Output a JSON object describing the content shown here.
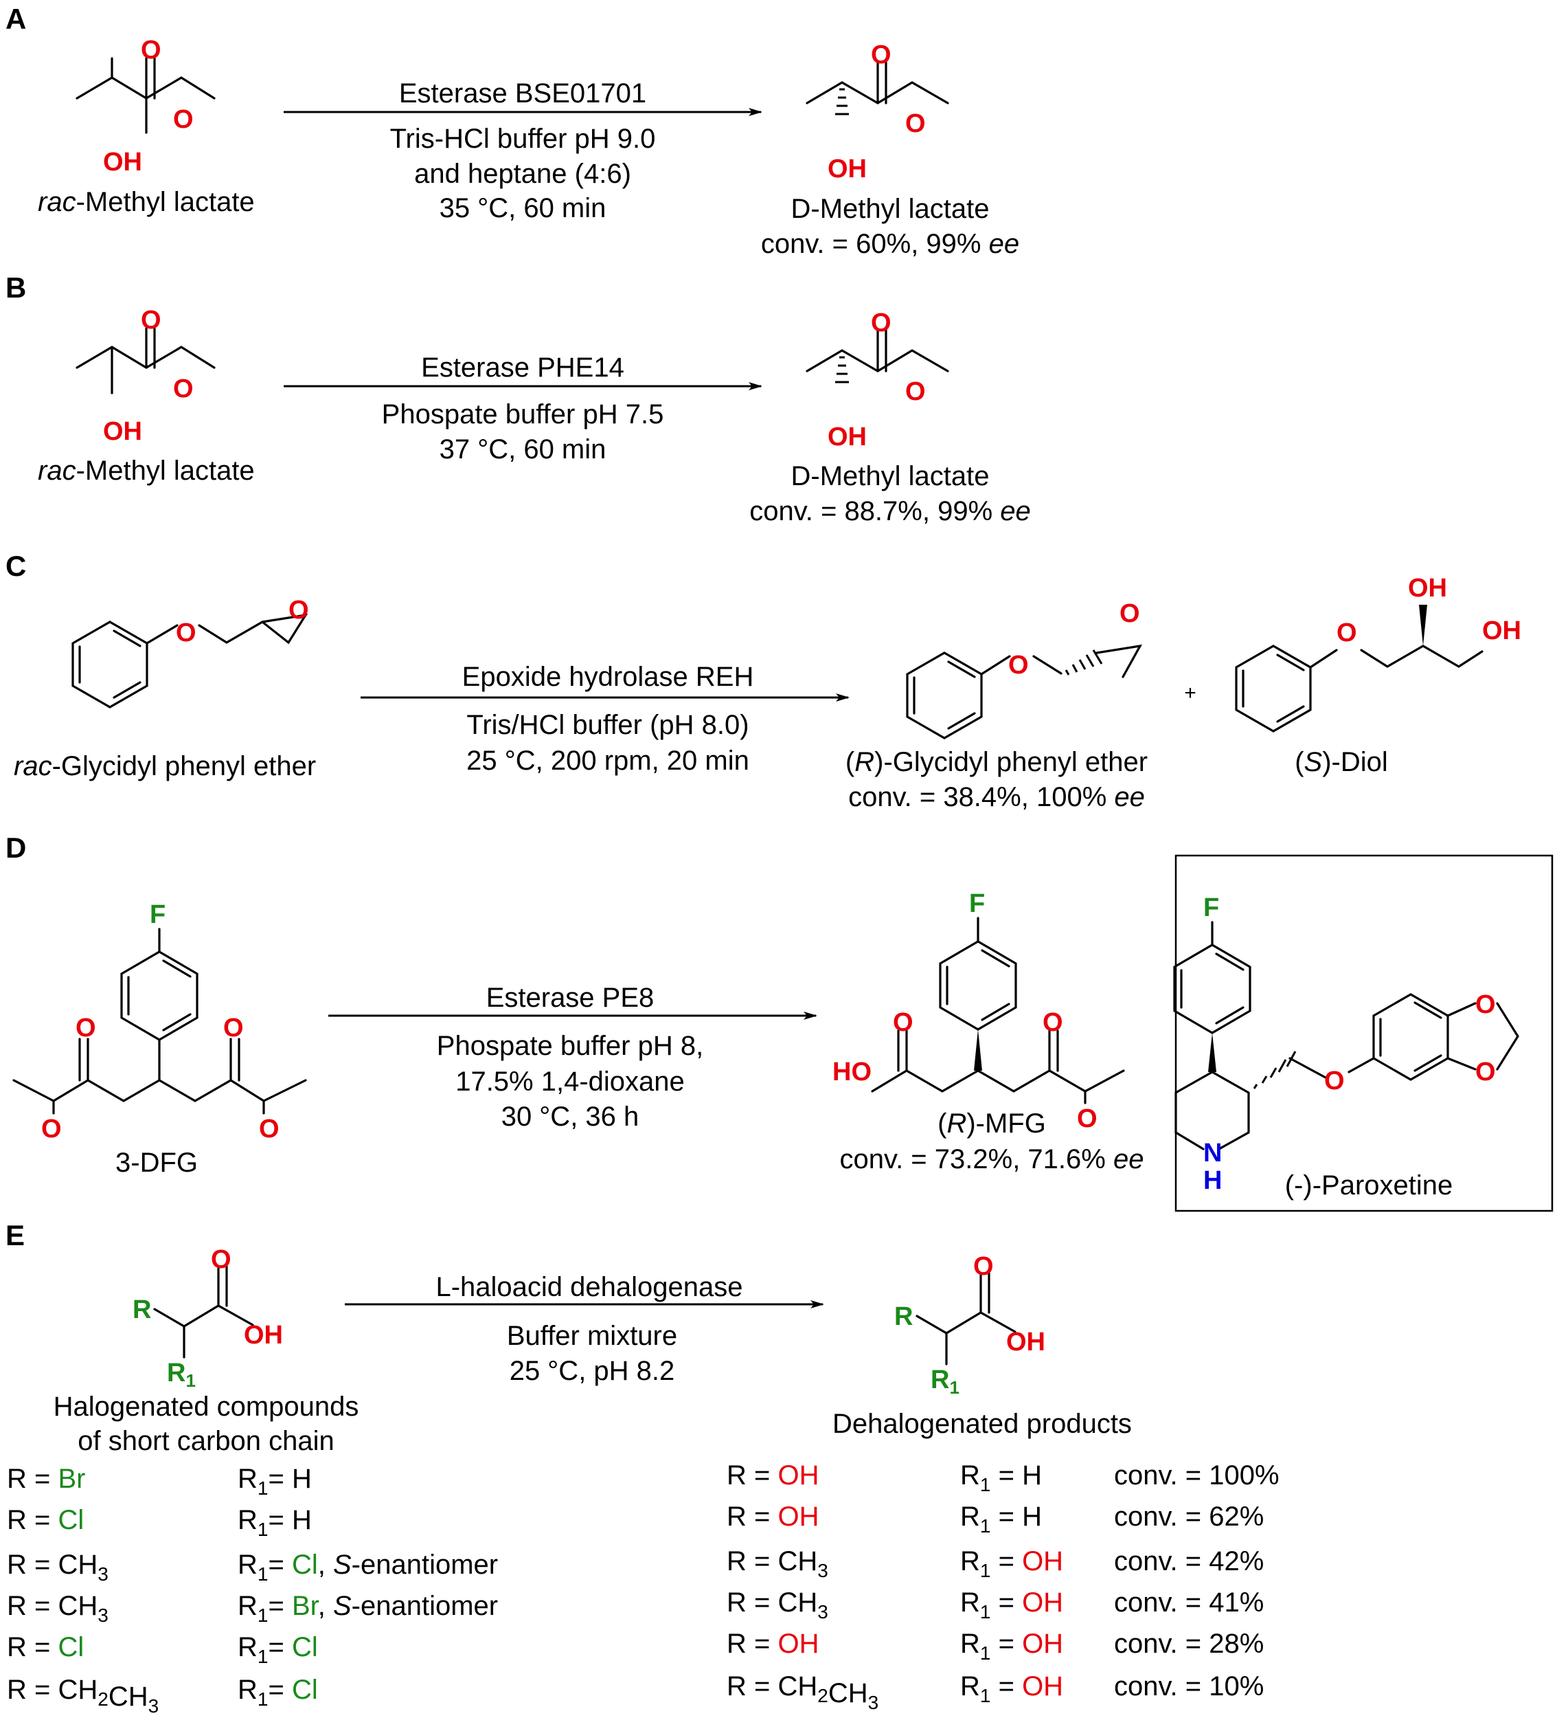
{
  "sections": {
    "A": {
      "letter": "A",
      "substrate_name": "-Methyl lactate",
      "substrate_prefix": "rac",
      "enzyme": "Esterase BSE01701",
      "cond1": "Tris-HCl buffer pH 9.0",
      "cond2": "and heptane (4:6)",
      "cond3": "35 °C, 60 min",
      "product_name": "D-Methyl lactate",
      "result_text": "conv. = 60%, 99% ",
      "result_ee": "ee"
    },
    "B": {
      "letter": "B",
      "substrate_name": "-Methyl lactate",
      "substrate_prefix": "rac",
      "enzyme": "Esterase PHE14",
      "cond1": "Phospate buffer pH 7.5",
      "cond2": "37 °C, 60 min",
      "product_name": "D-Methyl lactate",
      "result_text": "conv. = 88.7%, 99% ",
      "result_ee": "ee"
    },
    "C": {
      "letter": "C",
      "substrate_prefix": "rac",
      "substrate_name": "-Glycidyl phenyl ether",
      "enzyme": "Epoxide hydrolase REH",
      "cond1": "Tris/HCl buffer (pH 8.0)",
      "cond2": "25 °C, 200 rpm, 20 min",
      "product1_open": "(",
      "product1_stereo": "R",
      "product1_name": ")-Glycidyl phenyl ether",
      "result_text": "conv. = 38.4%, 100% ",
      "result_ee": "ee",
      "plus": "+",
      "product2_open": "(",
      "product2_stereo": "S",
      "product2_name": ")-Diol"
    },
    "D": {
      "letter": "D",
      "substrate_name": "3-DFG",
      "enzyme": "Esterase PE8",
      "cond1": "Phospate buffer pH 8,",
      "cond2": "17.5% 1,4-dioxane",
      "cond3": "30 °C, 36 h",
      "product_open": "(",
      "product_stereo": "R",
      "product_name": ")-MFG",
      "result_text": "conv. = 73.2%, 71.6% ",
      "result_ee": "ee",
      "box_label": "(-)-Paroxetine"
    },
    "E": {
      "letter": "E",
      "enzyme": "L-haloacid dehalogenase",
      "cond1": "Buffer mixture",
      "cond2": "25 °C, pH 8.2",
      "substrate_line1": "Halogenated compounds",
      "substrate_line2": "of short carbon chain",
      "product_label": "Dehalogenated products",
      "substrates": [
        {
          "R": "Br",
          "R1": "H",
          "R1_note": ""
        },
        {
          "R": "Cl",
          "R1": "H",
          "R1_note": ""
        },
        {
          "R": "CH3",
          "R1": "Cl",
          "R1_note": ", S-enantiomer"
        },
        {
          "R": "CH3",
          "R1": "Br",
          "R1_note": ", S-enantiomer"
        },
        {
          "R": "Cl",
          "R1": "Cl",
          "R1_note": ""
        },
        {
          "R": "CH2CH3",
          "R1": "Cl",
          "R1_note": ""
        }
      ],
      "products": [
        {
          "R": "OH",
          "R1": "H",
          "conv": "conv. = 100%"
        },
        {
          "R": "OH",
          "R1": "H",
          "conv": "conv. = 62%"
        },
        {
          "R": "CH3",
          "R1": "OH",
          "conv": "conv. = 42%"
        },
        {
          "R": "CH3",
          "R1": "OH",
          "conv": "conv. = 41%"
        },
        {
          "R": "OH",
          "R1": "OH",
          "conv": "conv. = 28%"
        },
        {
          "R": "CH2CH3",
          "R1": "OH",
          "conv": "conv. = 10%"
        }
      ]
    }
  },
  "atoms": {
    "O": "O",
    "OH": "OH",
    "HO": "HO",
    "F": "F",
    "N": "N",
    "H": "H",
    "R": "R",
    "R1": "R",
    "sub1": "1"
  },
  "colors": {
    "heteroatom_red": "#e8000b",
    "halogen_green": "#1a8a1a",
    "nitrogen_blue": "#0000e0",
    "text": "#000000"
  }
}
